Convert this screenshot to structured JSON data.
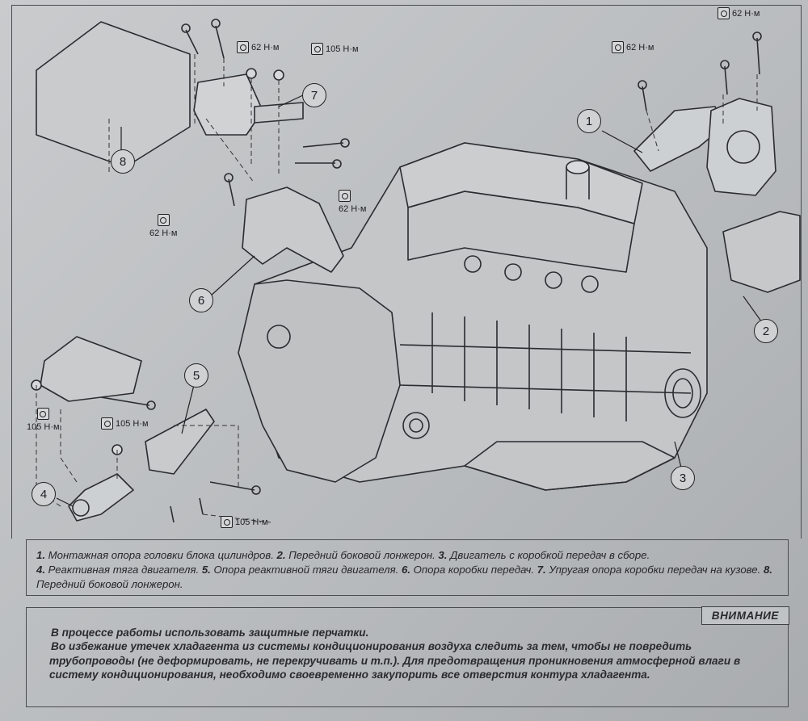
{
  "figure": {
    "callouts": [
      "1",
      "2",
      "3",
      "4",
      "5",
      "6",
      "7",
      "8"
    ],
    "torques": {
      "t1": "62 Н·м",
      "t2": "105 Н·м",
      "t3": "62 Н·м",
      "t4": "62 Н·м",
      "t5": "62 Н·м",
      "t6": "62 Н·м",
      "t7": "105 Н·м",
      "t8": "105 Н·м",
      "t9": "105 Н·м"
    },
    "icon": "torque-wrench-icon"
  },
  "caption": {
    "items": [
      {
        "num": "1.",
        "text": " Монтажная опора головки блока цилиндров. "
      },
      {
        "num": "2.",
        "text": " Передний боковой лонжерон. "
      },
      {
        "num": "3.",
        "text": " Двигатель с коробкой передач в сборе."
      },
      {
        "num": "4.",
        "text": " Реактивная тяга двигателя. "
      },
      {
        "num": "5.",
        "text": " Опора реактивной тяги двигателя. "
      },
      {
        "num": "6.",
        "text": " Опора коробки передач. "
      },
      {
        "num": "7.",
        "text": " Упругая опора коробки передач на кузове. "
      },
      {
        "num": "8.",
        "text": " Передний боковой лонжерон."
      }
    ]
  },
  "notice": {
    "title": "ВНИМАНИЕ",
    "line1": "В процессе работы использовать защитные перчатки.",
    "line2": "Во избежание утечек хладагента из системы кондиционирования воздуха следить за тем, чтобы не повредить трубопроводы (не деформировать, не перекручивать и т.п.). Для предотвращения проникновения атмосферной влаги в систему кондиционирования, необходимо своевременно закупорить все отверстия контура хладагента."
  }
}
